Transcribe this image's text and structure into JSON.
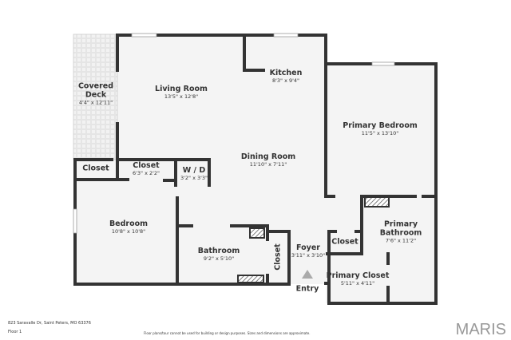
{
  "rooms": {
    "covered_deck": {
      "name": "Covered Deck",
      "dims": "4'4\" x 12'11\""
    },
    "living_room": {
      "name": "Living Room",
      "dims": "13'5\" x 12'8\""
    },
    "kitchen": {
      "name": "Kitchen",
      "dims": "8'3\" x 9'4\""
    },
    "primary_bedroom": {
      "name": "Primary Bedroom",
      "dims": "11'5\" x 13'10\""
    },
    "dining_room": {
      "name": "Dining Room",
      "dims": "11'10\" x 7'11\""
    },
    "closet_left": {
      "name": "Closet"
    },
    "closet_hall": {
      "name": "Closet",
      "dims": "6'3\" x 2'2\""
    },
    "wd": {
      "name": "W / D",
      "dims": "3'2\" x 3'3\""
    },
    "bedroom": {
      "name": "Bedroom",
      "dims": "10'8\" x 10'8\""
    },
    "bathroom": {
      "name": "Bathroom",
      "dims": "9'2\" x 5'10\""
    },
    "closet_foyer": {
      "name": "Closet"
    },
    "foyer": {
      "name": "Foyer",
      "dims": "3'11\" x 3'10\""
    },
    "entry": {
      "name": "Entry"
    },
    "closet_right": {
      "name": "Closet"
    },
    "primary_bathroom": {
      "name": "Primary Bathroom",
      "dims": "7'6\" x 11'2\""
    },
    "primary_closet": {
      "name": "Primary Closet",
      "dims": "5'11\" x 4'11\""
    }
  },
  "footer": {
    "address": "823 Saravalle Dr, Saint Peters, MO 63376",
    "floor": "Floor 1",
    "disclaimer": "Floor plans/tour cannot be used for building or design purposes. Sizes and dimensions are approximate.",
    "logo": "MARIS"
  },
  "colors": {
    "wall": "#333333",
    "floor": "#f4f4f4",
    "deck": "#e6e6e6"
  }
}
